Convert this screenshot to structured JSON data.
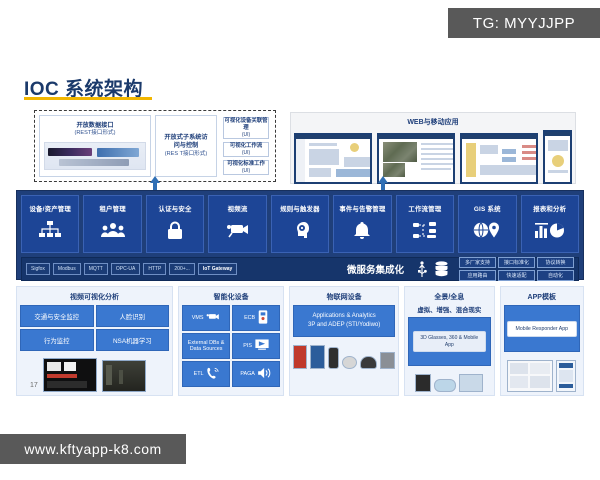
{
  "watermarks": {
    "tg": "TG: MYYJJPP",
    "url": "www.kftyapp-k8.com"
  },
  "page": {
    "title": "IOC 系统架构",
    "page_number": "17"
  },
  "api_group": {
    "open_data_api": {
      "title": "开放数据接口",
      "subtitle": "(REST接口形式)"
    },
    "open_subsystem": {
      "title": "开放式子系统访",
      "title2": "问与控制",
      "subtitle": "(RES T接口形式)"
    },
    "visual_items": [
      {
        "label": "可视化设备关联管理",
        "sub": "(UI)"
      },
      {
        "label": "可视化工作流",
        "sub": "(UI)"
      },
      {
        "label": "可视化标准工作",
        "sub": "(UI)"
      }
    ]
  },
  "web_panel": {
    "title": "WEB与移动应用",
    "shots": [
      "dashboard-screenshot",
      "map-screenshot",
      "workflow-screenshot",
      "mobile-screenshot"
    ]
  },
  "band": {
    "cards": [
      {
        "label": "设备/资产管理",
        "icon": "sitemap-icon"
      },
      {
        "label": "租户管理",
        "icon": "users-icon"
      },
      {
        "label": "认证与安全",
        "icon": "lock-icon"
      },
      {
        "label": "视频流",
        "icon": "video-camera-icon"
      },
      {
        "label": "规则与触发器",
        "icon": "gear-head-icon"
      },
      {
        "label": "事件与告警管理",
        "icon": "bell-icon"
      },
      {
        "label": "工作流管理",
        "icon": "workflow-icon"
      },
      {
        "label": "GIS 系统",
        "icon": "globe-pin-icon"
      },
      {
        "label": "报表和分析",
        "icon": "chart-pie-icon"
      }
    ],
    "microservice_title": "微服务集成化",
    "protocol_chips": [
      "Sigfox",
      "Modbus",
      "MQTT",
      "OPC-UA",
      "HTTP",
      "200+...",
      "IoT Gateway"
    ],
    "usb_icon": "usb-icon",
    "db_icon": "database-icon",
    "feature_chips": [
      "多厂家支持",
      "接口标准化",
      "协议转换",
      "应用路由",
      "快速适配",
      "自动化"
    ]
  },
  "bottom_panels": [
    {
      "title": "视频可视化分析",
      "cells": [
        "交通与安全监控",
        "人脸识别",
        "行为监控",
        "NSA机器学习"
      ]
    },
    {
      "title": "智能化设备",
      "cells": [
        {
          "label": "VMS",
          "icon": "video-camera-icon"
        },
        {
          "label": "ECB",
          "icon": "call-box-icon"
        },
        {
          "label": "External DBs & Data Sources",
          "icon": ""
        },
        {
          "label": "PIS",
          "icon": "display-icon"
        },
        {
          "label": "ETL",
          "icon": "phone-icon"
        },
        {
          "label": "PAGA",
          "icon": "speaker-icon"
        }
      ]
    },
    {
      "title": "物联网设备",
      "box_line1": "Applications & Analytics",
      "box_line2": "3P and ADEP (STI/Yodiwo)"
    },
    {
      "title": "全景/全息",
      "subtitle": "虚拟、增强、混合现实",
      "tag": "3D Glasses, 360 & Mobile App"
    },
    {
      "title": "APP模板",
      "tag": "Mobile Responder App"
    }
  ]
}
